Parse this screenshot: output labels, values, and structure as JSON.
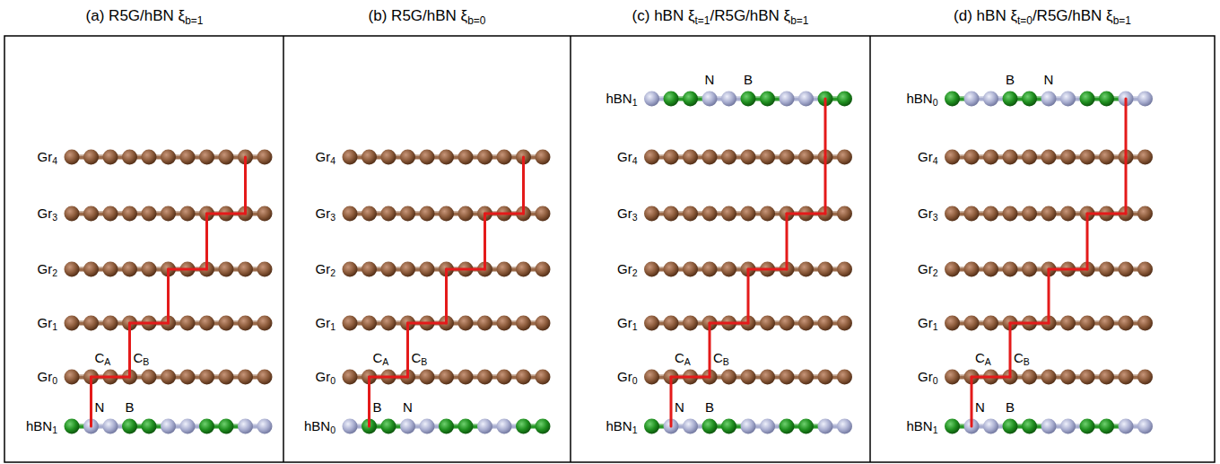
{
  "diagram": {
    "labels": [
      "(a) R5G/hBN ξb=1",
      "(b) R5G/hBN ξb=0",
      "(c) hBN ξt=1/R5G/hBN ξb=1",
      "(d) hBN ξt=0/R5G/hBN ξb=1",
      "Gr4",
      "Gr3",
      "Gr2",
      "Gr1",
      "Gr0",
      "hBN1",
      "CA",
      "CB",
      "N",
      "B",
      "Gr4",
      "Gr3",
      "Gr2",
      "Gr1",
      "Gr0",
      "hBN0",
      "CA",
      "CB",
      "B",
      "N",
      "hBN1",
      "N",
      "B",
      "Gr4",
      "Gr3",
      "Gr2",
      "Gr1",
      "Gr0",
      "hBN1",
      "CA",
      "CB",
      "N",
      "B",
      "hBN0",
      "B",
      "N",
      "Gr4",
      "Gr3",
      "Gr2",
      "Gr1",
      "Gr0",
      "hBN1",
      "CA",
      "CB",
      "N",
      "B"
    ]
  }
}
